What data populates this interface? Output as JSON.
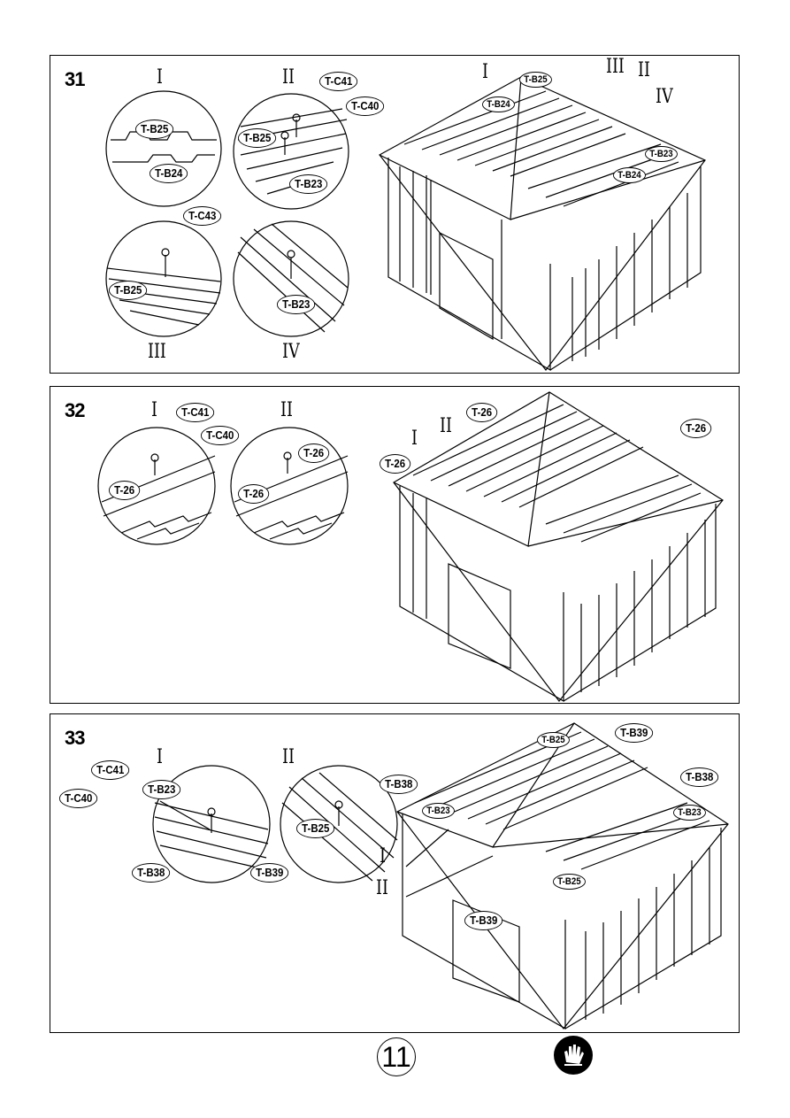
{
  "steps": [
    {
      "number": "31",
      "detail_numerals": [
        "I",
        "II",
        "III",
        "IV"
      ],
      "shed_numerals": [
        "I",
        "III",
        "II",
        "IV"
      ],
      "parts": {
        "d1_a": "T-B25",
        "d1_b": "T-B24",
        "d2_c41": "T-C41",
        "d2_c40": "T-C40",
        "d2_b25": "T-B25",
        "d2_b23": "T-B23",
        "d3_c43": "T-C43",
        "d3_b25": "T-B25",
        "d4_b23": "T-B23",
        "s_b25": "T-B25",
        "s_b24a": "T-B24",
        "s_b23": "T-B23",
        "s_b24b": "T-B24"
      }
    },
    {
      "number": "32",
      "detail_numerals": [
        "I",
        "II"
      ],
      "shed_numerals": [
        "I",
        "II"
      ],
      "parts": {
        "d1_c41": "T-C41",
        "d1_c40": "T-C40",
        "d1_26": "T-26",
        "d2_26a": "T-26",
        "d2_26b": "T-26",
        "s_26a": "T-26",
        "s_26b": "T-26",
        "s_26c": "T-26"
      }
    },
    {
      "number": "33",
      "detail_numerals": [
        "I",
        "II"
      ],
      "shed_numerals": [
        "I",
        "II"
      ],
      "parts": {
        "d1_c41": "T-C41",
        "d1_b23": "T-B23",
        "d1_c40": "T-C40",
        "d1_b38": "T-B38",
        "d2_b25": "T-B25",
        "d2_b39": "T-B39",
        "s_b38a": "T-B38",
        "s_b23a": "T-B23",
        "s_b25a": "T-B25",
        "s_b39a": "T-B39",
        "s_b38b": "T-B38",
        "s_b23b": "T-B23",
        "s_b25b": "T-B25",
        "s_b39b": "T-B39"
      }
    }
  ],
  "page_number": "11",
  "icons": {
    "gloves": "gloves-icon"
  }
}
